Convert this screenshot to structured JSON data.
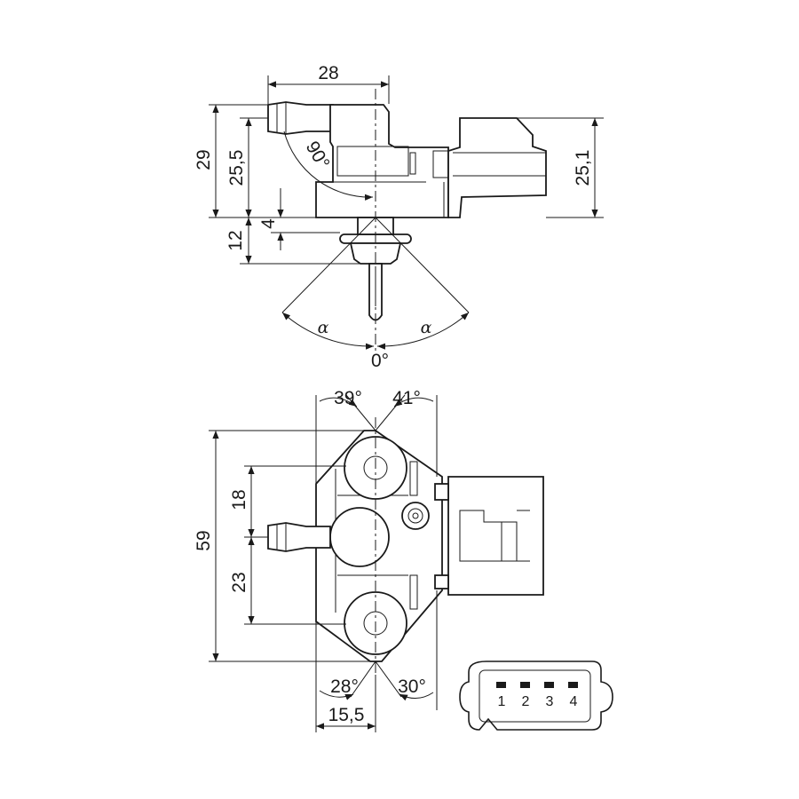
{
  "side_view": {
    "width_28": "28",
    "height_29": "29",
    "height_25_5": "25,5",
    "height_25_1": "25,1",
    "dim_4": "4",
    "dim_12": "12",
    "angle_90": "90°",
    "alpha_left": "α",
    "alpha_right": "α",
    "zero_deg": "0°"
  },
  "top_view": {
    "angle_39": "39°",
    "angle_41": "41°",
    "dim_18": "18",
    "dim_59": "59",
    "dim_23": "23",
    "angle_28": "28°",
    "angle_30": "30°",
    "dim_15_5": "15,5"
  },
  "connector": {
    "pins": [
      "1",
      "2",
      "3",
      "4"
    ]
  }
}
